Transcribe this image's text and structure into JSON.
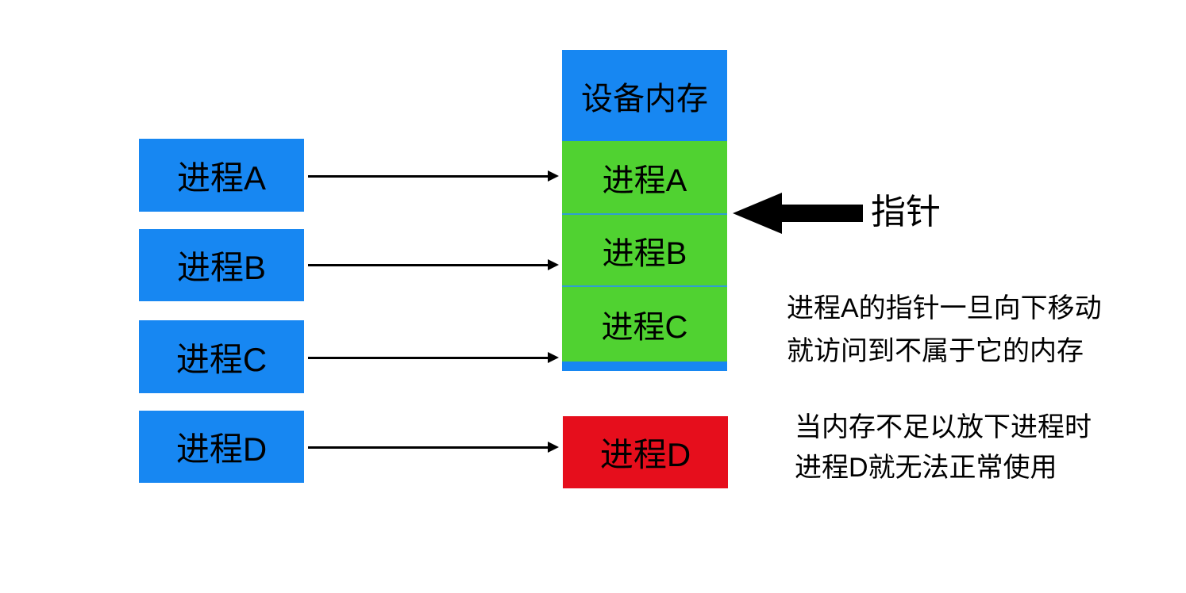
{
  "left_processes": [
    {
      "label": "进程A"
    },
    {
      "label": "进程B"
    },
    {
      "label": "进程C"
    },
    {
      "label": "进程D"
    }
  ],
  "memory_column": {
    "header": "设备内存",
    "segments": [
      {
        "label": "进程A"
      },
      {
        "label": "进程B"
      },
      {
        "label": "进程C"
      }
    ]
  },
  "overflow_process": {
    "label": "进程D"
  },
  "pointer": {
    "label": "指针"
  },
  "notes": [
    {
      "line1": "进程A的指针一旦向下移动",
      "line2": "就访问到不属于它的内存"
    },
    {
      "line1": "当内存不足以放下进程时",
      "line2": "进程D就无法正常使用"
    }
  ],
  "colors": {
    "process_blue": "#1787f2",
    "allocated_green": "#50d231",
    "overflow_red": "#e60e1c",
    "segment_divider": "#2f9fd3",
    "arrow_black": "#000000",
    "background": "#ffffff"
  }
}
